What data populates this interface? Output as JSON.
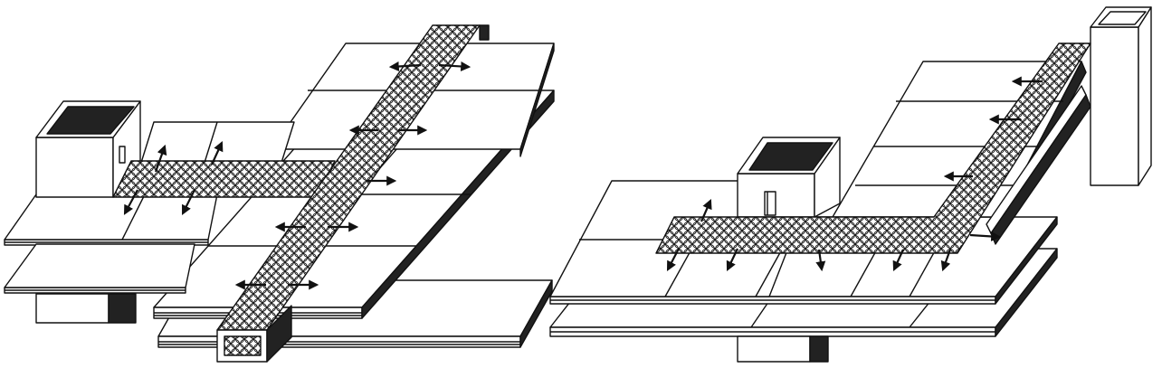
{
  "figure": {
    "background": "#ffffff",
    "line_color": "#111111",
    "shadow_color": "#222222",
    "duct_pattern": "circle-lattice",
    "views": [
      {
        "id": "left",
        "arrow_count": 16,
        "flanges": 2,
        "stacked_levels": 3
      },
      {
        "id": "right",
        "arrow_count": 10,
        "flanges": 3,
        "stacked_levels": 2
      }
    ]
  }
}
